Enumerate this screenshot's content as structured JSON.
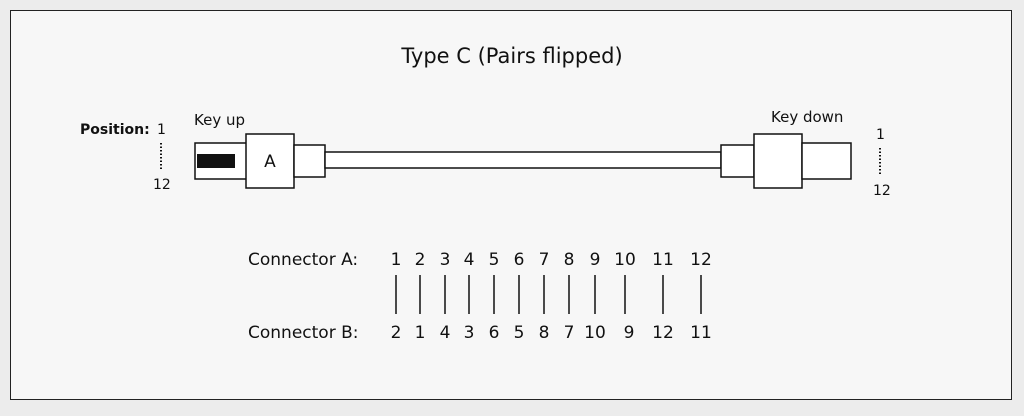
{
  "title": "Type C (Pairs flipped)",
  "left_connector": {
    "position_label": "Position:",
    "pos_top": "1",
    "pos_bottom": "12",
    "key_label": "Key up",
    "body_letter": "A"
  },
  "right_connector": {
    "key_label": "Key down",
    "pos_top": "1",
    "pos_bottom": "12"
  },
  "pinout": {
    "row_a_label": "Connector A:",
    "row_b_label": "Connector B:",
    "pins": [
      {
        "a": "1",
        "b": "2"
      },
      {
        "a": "2",
        "b": "1"
      },
      {
        "a": "3",
        "b": "4"
      },
      {
        "a": "4",
        "b": "3"
      },
      {
        "a": "5",
        "b": "6"
      },
      {
        "a": "6",
        "b": "5"
      },
      {
        "a": "7",
        "b": "8"
      },
      {
        "a": "8",
        "b": "7"
      },
      {
        "a": "9",
        "b": "10"
      },
      {
        "a": "10",
        "b": "9"
      },
      {
        "a": "11",
        "b": "12"
      },
      {
        "a": "12",
        "b": "11"
      }
    ]
  },
  "colors": {
    "line": "#111111",
    "key_fill": "#111111",
    "background": "#f7f7f7"
  }
}
